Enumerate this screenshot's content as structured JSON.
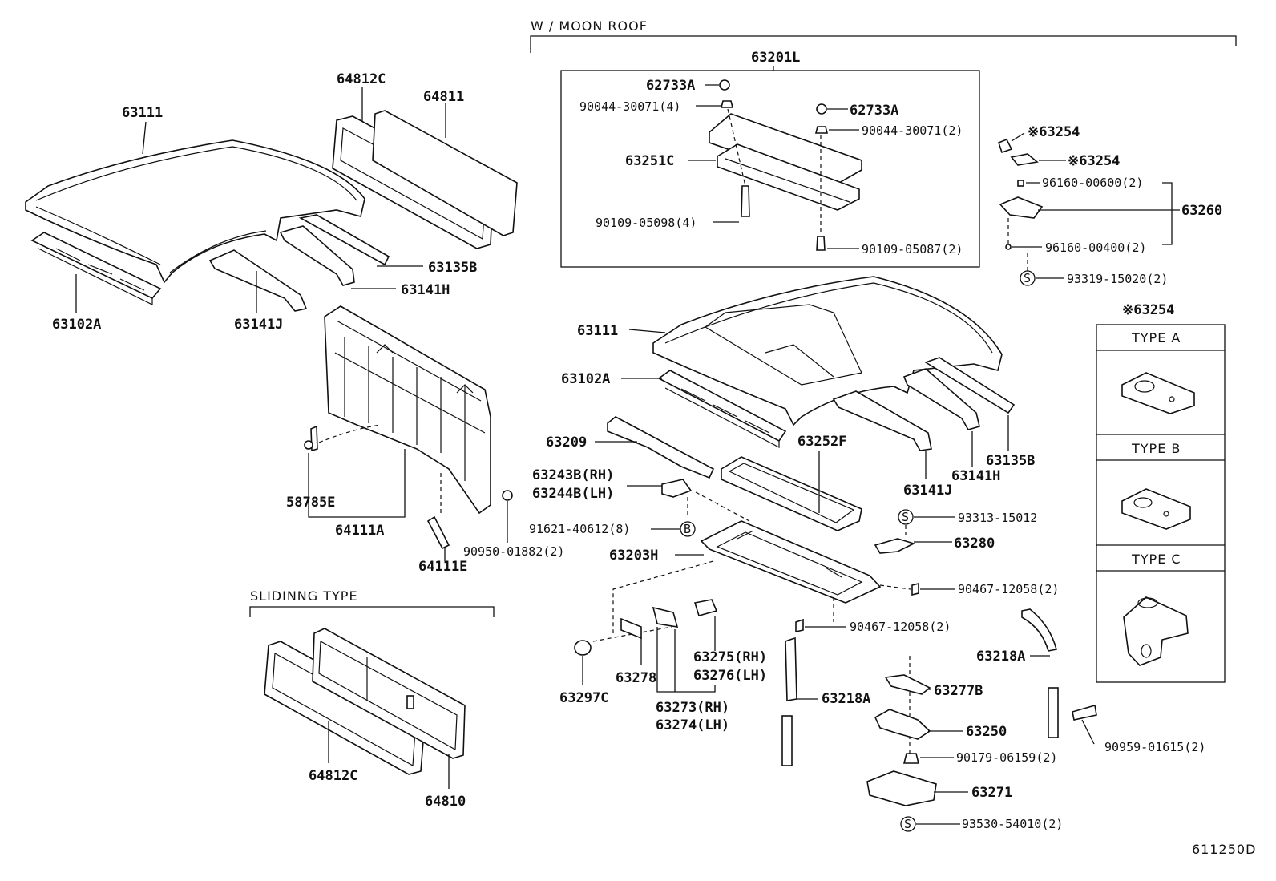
{
  "diagram_code": "611250D",
  "sections": {
    "moon_roof": "W / MOON  ROOF",
    "sliding": "SLIDINNG  TYPE",
    "types_header": "※63254",
    "type_a": "TYPE  A",
    "type_b": "TYPE  B",
    "type_c": "TYPE  C"
  },
  "parts": {
    "p63111_left": "63111",
    "p64812C_top": "64812C",
    "p64811": "64811",
    "p63135B_left": "63135B",
    "p63141H_left": "63141H",
    "p63102A_left": "63102A",
    "p63141J_left": "63141J",
    "p58785E": "58785E",
    "p64111A": "64111A",
    "p64111E": "64111E",
    "p90950": "90950-01882(2)",
    "p63201L": "63201L",
    "p62733A_1": "62733A",
    "p90044_4": "90044-30071(4)",
    "p62733A_2": "62733A",
    "p90044_2": "90044-30071(2)",
    "p63251C": "63251C",
    "p90109_4": "90109-05098(4)",
    "p90109_2": "90109-05087(2)",
    "p63254_1": "※63254",
    "p63254_2": "※63254",
    "p96160_600": "96160-00600(2)",
    "p63260": "63260",
    "p96160_400": "96160-00400(2)",
    "p93319": "93319-15020(2)",
    "p63111_right": "63111",
    "p63102A_right": "63102A",
    "p63209": "63209",
    "p63252F": "63252F",
    "p63243B": "63243B(RH)",
    "p63244B": "63244B(LH)",
    "p63141H_right": "63141H",
    "p63135B_right": "63135B",
    "p63141J_right": "63141J",
    "p93313": "93313-15012",
    "p91621": "91621-40612(8)",
    "p63280": "63280",
    "p63203H": "63203H",
    "p90467_a": "90467-12058(2)",
    "p90467_b": "90467-12058(2)",
    "p63218A_right": "63218A",
    "p63275": "63275(RH)",
    "p63276": "63276(LH)",
    "p63278": "63278",
    "p63297C": "63297C",
    "p63273": "63273(RH)",
    "p63274": "63274(LH)",
    "p63218A_mid": "63218A",
    "p63277B": "63277B",
    "p63250": "63250",
    "p90959": "90959-01615(2)",
    "p90179": "90179-06159(2)",
    "p63271": "63271",
    "p93530": "93530-54010(2)",
    "p64812C_bottom": "64812C",
    "p64810": "64810"
  },
  "markers": {
    "s": "S",
    "b": "B"
  }
}
